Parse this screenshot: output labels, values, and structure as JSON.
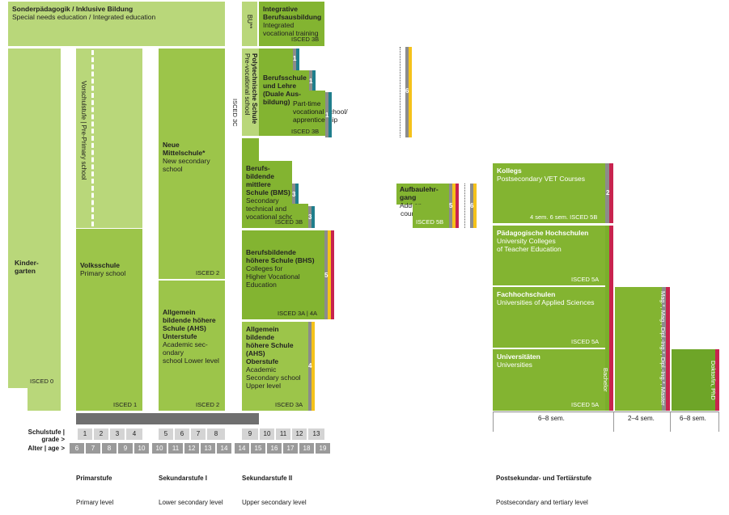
{
  "special": {
    "title": "Sonderpädagogik / Inklusive Bildung",
    "subtitle": "Special needs education / Integrated education"
  },
  "kindergarten": {
    "title": "Kinder-\ngarten",
    "isced": "ISCED 0"
  },
  "preprimary": {
    "label": "Vorschulstufe | Pre-Primary school"
  },
  "volksschule": {
    "title": "Volksschule",
    "subtitle": "Primary school",
    "isced": "ISCED 1"
  },
  "nms": {
    "title": "Neue\nMittelschule*",
    "subtitle": "New secondary\nschool",
    "isced": "ISCED 2"
  },
  "ahs_lower": {
    "title": "Allgemein\nbildende höhere\nSchule (AHS)\nUnterstufe",
    "subtitle": "Academic sec-\nondary\nschool Lower level",
    "isced": "ISCED 2"
  },
  "bu": {
    "label": "BU**"
  },
  "integrative": {
    "title": "Integrative\nBerufsausbildung",
    "subtitle": "Integrated\nvocational training",
    "isced": "ISCED 3B"
  },
  "poly": {
    "label1": "Polytechnische Schule",
    "label2": "Pre-vocational school"
  },
  "isced3c": {
    "label": "ISCED 3C"
  },
  "berufsschule": {
    "title": "Berufsschule\nund Lehre\n(Duale Aus-\nbildung)",
    "subtitle": "Part-time\nvocational school/\napprenticeship",
    "isced": "ISCED 3B",
    "n1": "1",
    "n2": "1",
    "n3": "1"
  },
  "bms": {
    "title": "Berufs-\nbildende\nmittlere\nSchule (BMS)",
    "subtitle": "Secondary\ntechnical and\nvocational school",
    "isced": "ISCED 3B",
    "n1": "3",
    "n2": "3"
  },
  "bhs": {
    "title": "Berufsbildende\nhöhere Schule (BHS)",
    "subtitle": "Colleges for\nHigher Vocational\nEducation",
    "isced": "ISCED 3A | 4A",
    "n": "5"
  },
  "ahs_upper": {
    "title": "Allgemein\nbildende\nhöhere Schule\n(AHS)\nOberstufe",
    "subtitle": "Academic\nSecondary school\nUpper level",
    "isced": "ISCED 3A",
    "n": "4"
  },
  "aufbau": {
    "title": "Aufbaulehr-\ngang",
    "subtitle": "Add-on\ncourse",
    "isced": "ISCED 5B",
    "n": "5"
  },
  "six_a": "6",
  "six_b": "6",
  "kolleg": {
    "title": "Kollegs",
    "subtitle": "Postsecondary VET Courses",
    "isced": "4 sem. 6 sem. ISCED 5B",
    "n": "2"
  },
  "ph": {
    "title": "Pädagogische Hochschulen",
    "subtitle": "University Colleges\nof Teacher Education",
    "isced": "ISCED 5A"
  },
  "fh": {
    "title": "Fachhochschulen",
    "subtitle": "Universities of Applied Sciences",
    "isced": "ISCED 5A"
  },
  "uni": {
    "title": "Universitäten",
    "subtitle": "Universities",
    "isced": "ISCED 5A"
  },
  "bachelor": "Bachelor",
  "master": "Mag.*, Mag., Dipl.-Ing.*, Dipl.-Ing.*, Master",
  "doctor": "Doktor/in, PhD",
  "compulsory": {
    "title": "Allgemeine Schulpflicht",
    "subtitle": "| compulsory education"
  },
  "schulstufe_label": "Schulstufe |\ngrade >",
  "alter_label": "Alter | age >",
  "grades": [
    "1",
    "2",
    "3",
    "4",
    "5",
    "6",
    "7",
    "8",
    "9",
    "10",
    "11",
    "12",
    "13"
  ],
  "ages": [
    "6",
    "7",
    "8",
    "9",
    "10",
    "10",
    "11",
    "12",
    "13",
    "14",
    "14",
    "15",
    "16",
    "17",
    "18",
    "19"
  ],
  "durations": [
    "6–8 sem.",
    "2–4 sem.",
    "6–8 sem."
  ],
  "levels": [
    {
      "title": "Primarstufe",
      "subtitle": "Primary level"
    },
    {
      "title": "Sekundarstufe I",
      "subtitle": "Lower secondary level"
    },
    {
      "title": "Sekundarstufe II",
      "subtitle": "Upper secondary level"
    },
    {
      "title": "Postsekundar- und Tertiärstufe",
      "subtitle": "Postsecondary and tertiary level"
    }
  ],
  "colors": {
    "pale": "#b9d77a",
    "mid": "#9cc54a",
    "dark": "#83b431",
    "grey": "#8c8c8c",
    "teal": "#1f7e8c",
    "yellow": "#f5c21a",
    "red": "#c8234e"
  }
}
